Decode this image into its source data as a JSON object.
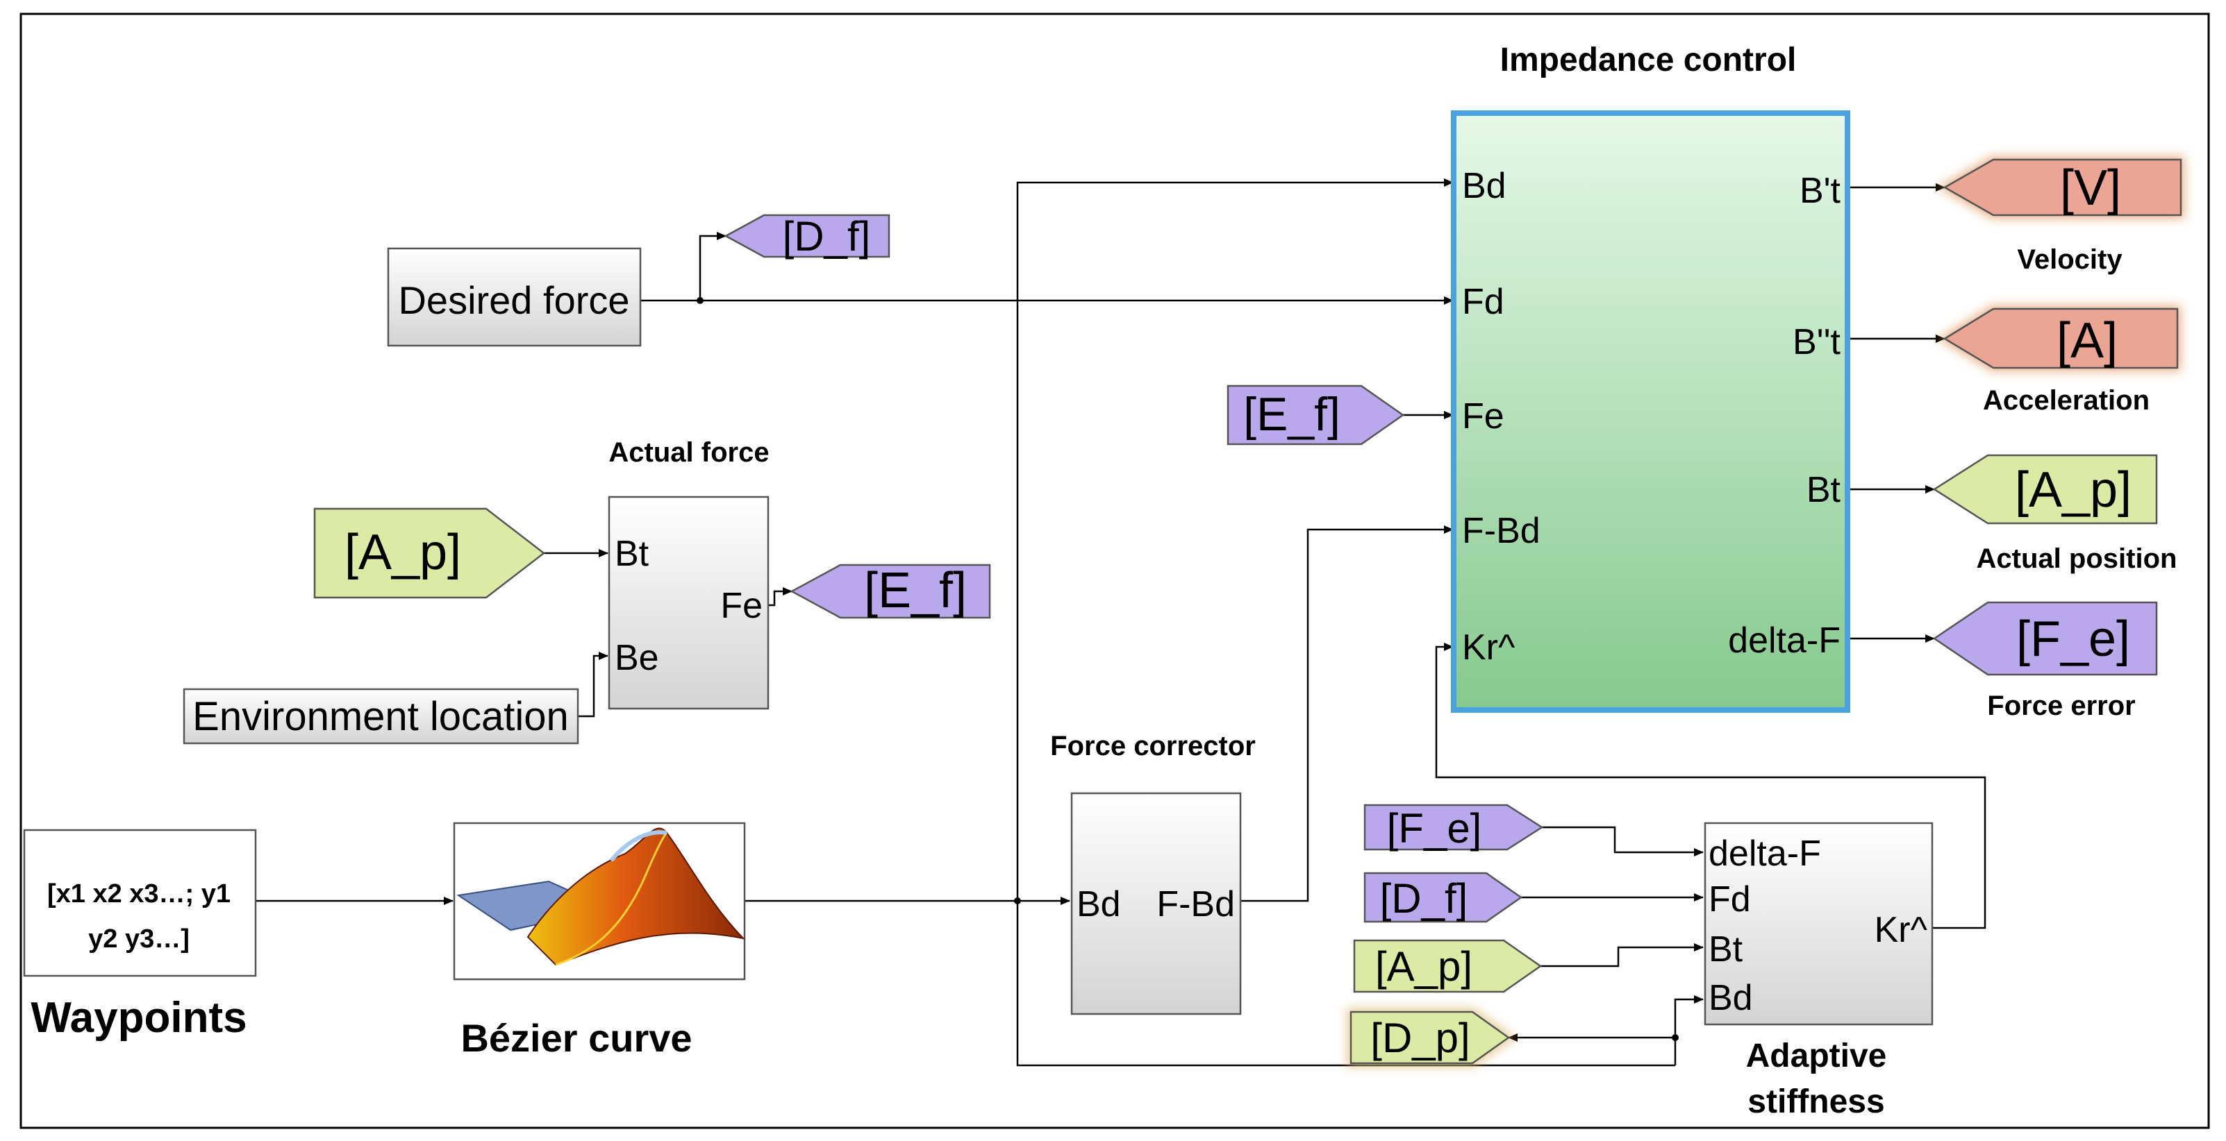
{
  "blocks": {
    "impedance": {
      "title": "Impedance control",
      "inputs": [
        "Bd",
        "Fd",
        "Fe",
        "F-Bd",
        "Kr^"
      ],
      "outputs": [
        "B't",
        "B''t",
        "Bt",
        "delta-F"
      ]
    },
    "desired_force": {
      "label": "Desired force"
    },
    "actual_force": {
      "title": "Actual force",
      "inputs": [
        "Bt",
        "Be"
      ],
      "output": "Fe"
    },
    "environment_location": {
      "label": "Environment location"
    },
    "waypoints": {
      "line1": "[x1  x2 x3…; y1",
      "line2": "y2 y3…]",
      "caption": "Waypoints"
    },
    "bezier": {
      "caption": "Bézier curve"
    },
    "force_corrector": {
      "title": "Force corrector",
      "input": "Bd",
      "output": "F-Bd"
    },
    "adaptive_stiffness": {
      "title_line1": "Adaptive",
      "title_line2": "stiffness",
      "inputs": [
        "delta-F",
        "Fd",
        "Bt",
        "Bd"
      ],
      "output": "Kr^"
    }
  },
  "tags": {
    "d_f_top": "[D_f]",
    "e_f_in": "[E_f]",
    "a_p_in": "[A_p]",
    "e_f_out": "[E_f]",
    "v_out": "[V]",
    "a_out": "[A]",
    "a_p_out": "[A_p]",
    "f_e_out": "[F_e]",
    "f_e_in": "[F_e]",
    "d_f_in": "[D_f]",
    "a_p_in2": "[A_p]",
    "d_p_out": "[D_p]"
  },
  "captions": {
    "velocity": "Velocity",
    "acceleration": "Acceleration",
    "actual_position": "Actual position",
    "force_error": "Force error"
  },
  "colors": {
    "goto_purple": "#b9a8ec",
    "goto_green": "#dbeaa4",
    "goto_red": "#eba595",
    "impedance_fill": "#d2ecd6",
    "impedance_border": "#4aa3df"
  }
}
